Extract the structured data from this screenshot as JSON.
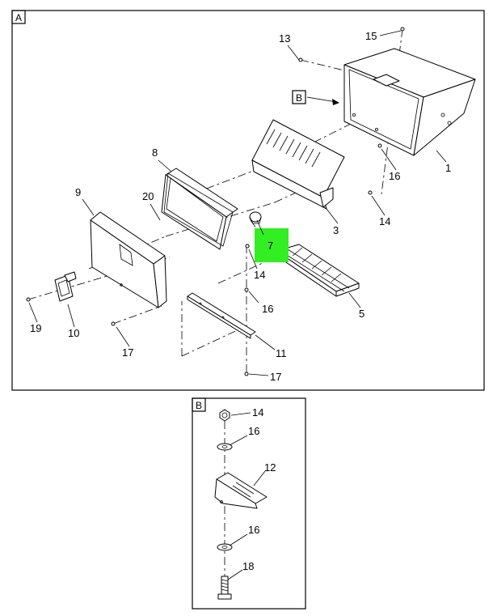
{
  "views": [
    {
      "id": "A",
      "label": "A"
    },
    {
      "id": "B",
      "label": "B"
    }
  ],
  "reference_label": "B",
  "highlight": {
    "label": "7",
    "color": "#33ee22"
  },
  "callouts_a": [
    "13",
    "15",
    "8",
    "9",
    "20",
    "16",
    "1",
    "3",
    "14",
    "14",
    "5",
    "19",
    "10",
    "16",
    "17",
    "11",
    "17"
  ],
  "callouts_b": [
    "14",
    "16",
    "12",
    "16",
    "18"
  ]
}
